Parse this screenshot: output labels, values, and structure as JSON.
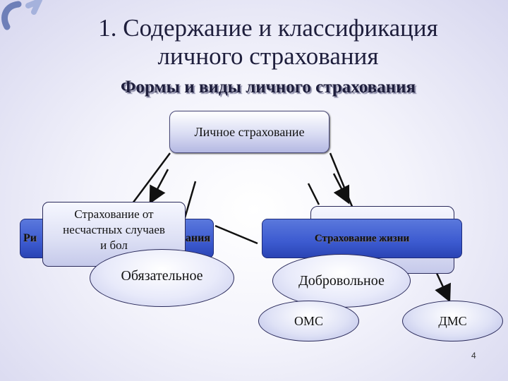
{
  "title_line1": "1. Содержание и классификация",
  "title_line2": "личного страхования",
  "subtitle": "Формы и виды личного страхования",
  "root": "Личное страхование",
  "left_box": {
    "back_prefix": "Ри",
    "back_suffix": "вания",
    "front_line1": "Страхование от",
    "front_line2": "несчастных случаев",
    "front_line3": "и бол"
  },
  "right_box": {
    "label": "Страхование жизни"
  },
  "ovals": {
    "mandatory": "Обязательное",
    "voluntary": "Добровольное"
  },
  "leaves": {
    "oms": "ОМС",
    "dms": "ДМС"
  },
  "page_number": "4"
}
